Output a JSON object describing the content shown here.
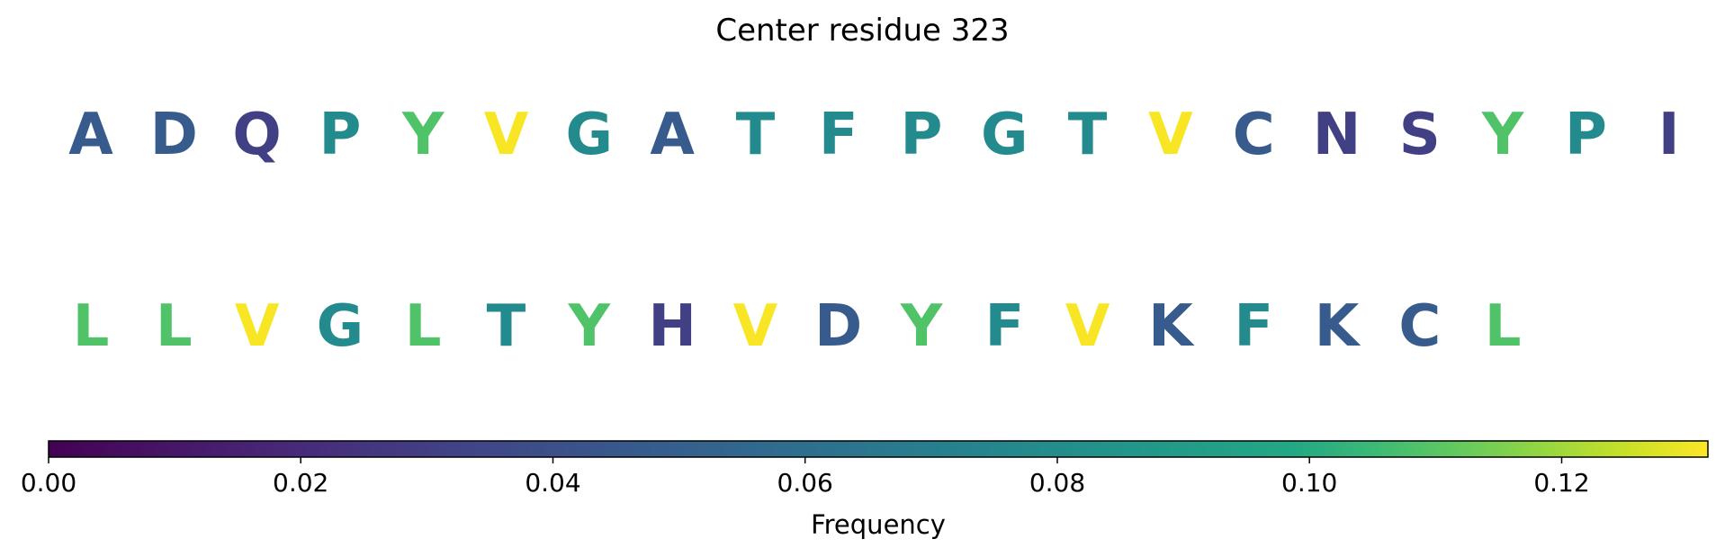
{
  "chart_data": {
    "type": "heatmap",
    "title": "Center residue 323",
    "rows": [
      {
        "letters": [
          "A",
          "D",
          "Q",
          "P",
          "Y",
          "V",
          "G",
          "A",
          "T",
          "F",
          "P",
          "G",
          "T",
          "V",
          "C",
          "N",
          "S",
          "Y",
          "P",
          "I"
        ],
        "frequencies": [
          0.047,
          0.047,
          0.031,
          0.078,
          0.109,
          0.131,
          0.078,
          0.047,
          0.078,
          0.078,
          0.078,
          0.078,
          0.078,
          0.131,
          0.047,
          0.031,
          0.031,
          0.109,
          0.078,
          0.031
        ]
      },
      {
        "letters": [
          "L",
          "L",
          "V",
          "G",
          "L",
          "T",
          "Y",
          "H",
          "V",
          "D",
          "Y",
          "F",
          "V",
          "K",
          "F",
          "K",
          "C",
          "L"
        ],
        "frequencies": [
          0.109,
          0.109,
          0.131,
          0.078,
          0.109,
          0.078,
          0.109,
          0.031,
          0.131,
          0.047,
          0.109,
          0.078,
          0.131,
          0.047,
          0.078,
          0.047,
          0.047,
          0.109
        ]
      }
    ],
    "colorbar": {
      "label": "Frequency",
      "colormap": "viridis",
      "range": [
        0.0,
        0.1316
      ],
      "ticks": [
        0.0,
        0.02,
        0.04,
        0.06,
        0.08,
        0.1,
        0.12
      ],
      "tick_labels": [
        "0.00",
        "0.02",
        "0.04",
        "0.06",
        "0.08",
        "0.10",
        "0.12"
      ]
    }
  }
}
